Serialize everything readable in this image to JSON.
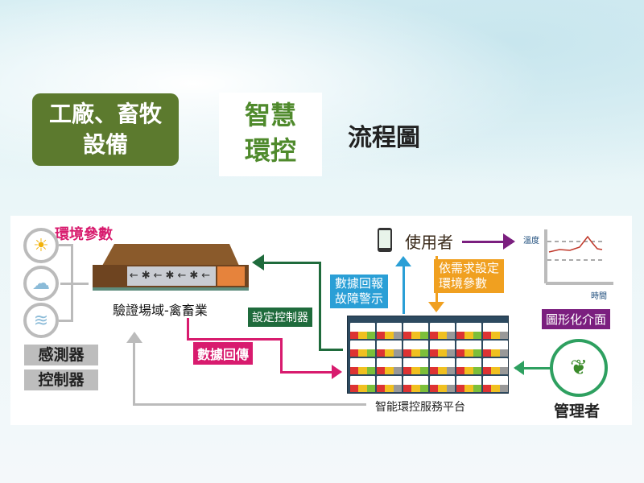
{
  "header": {
    "title_box": [
      "工廠、畜牧",
      "設備"
    ],
    "smart_box": [
      "智慧",
      "環控"
    ],
    "flow_title": "流程圖"
  },
  "diagram": {
    "env_params": "環境參數",
    "sensor": "感測器",
    "controller": "控制器",
    "site": "驗證場域-禽畜業",
    "set_controller": "設定控制器",
    "data_return": "數據回傳",
    "data_report": [
      "數據回報",
      "故障警示"
    ],
    "user": "使用者",
    "set_params": [
      "依需求設定",
      "環境參數"
    ],
    "chart_y": "溫度",
    "chart_x": "時間",
    "graphic_ui": "圖形化介面",
    "admin": "管理者",
    "platform": "智能環控服務平台"
  },
  "colors": {
    "green_dark": "#1f6b3c",
    "pink": "#d81b6e",
    "blue": "#2a9fd6",
    "orange": "#f0a020",
    "purple": "#7b1f7f",
    "admin_green": "#2ea060",
    "title_green": "#5c7a2e"
  }
}
